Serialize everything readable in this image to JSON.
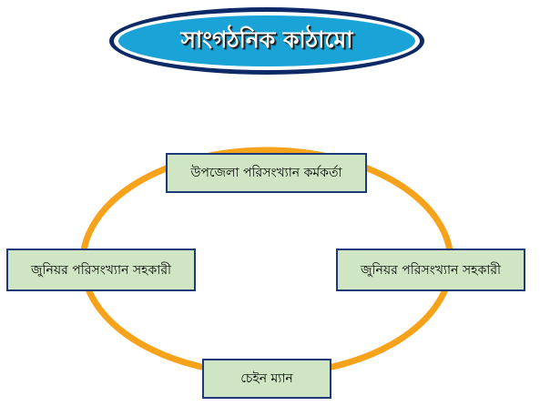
{
  "title": {
    "text": "সাংগঠনিক কাঠামো",
    "fill_color": "#1aa3d6",
    "outline_color": "#0d2a66"
  },
  "diagram": {
    "ring_color": "#f7a21b",
    "box_fill": "#cfe5c3",
    "box_border": "#1f3a7a",
    "nodes": {
      "top": "উপজেলা পরিসংখ্যান কর্মকর্তা",
      "left": "জুনিয়র পরিসংখ্যান সহকারী",
      "right": "জুনিয়র পরিসংখ্যান সহকারী",
      "bottom": "চেইন ম্যান"
    }
  }
}
